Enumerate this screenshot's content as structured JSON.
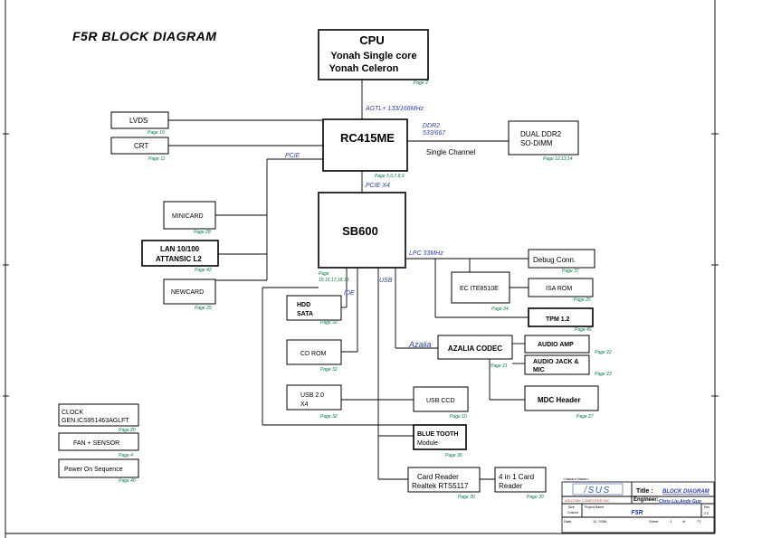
{
  "diagram": {
    "title": "F5R BLOCK DIAGRAM",
    "cpu": {
      "line1": "CPU",
      "line2": "Yonah Single core",
      "line3": "Yonah Celeron",
      "page": "Page 2"
    },
    "agtl": "AGTL+ 133/166MHz",
    "northbridge": {
      "label": "RC415ME",
      "page": "Page 5,6,7,8,9"
    },
    "ddr": {
      "line1": "DDR2",
      "line2": "533/667"
    },
    "single_channel": "Single Channel",
    "dimm": {
      "line1": "DUAL DDR2",
      "line2": "SO-DIMM",
      "page": "Page 12,13,14"
    },
    "lvds": {
      "label": "LVDS",
      "page": "Page 10"
    },
    "crt": {
      "label": "CRT",
      "page": "Page 11"
    },
    "pcie": "PCIE",
    "pcie_x4": "PCIE X4",
    "southbridge": {
      "label": "SB600",
      "page_line1": "Page",
      "page_line2": "15,16,17,18,19"
    },
    "minicard": {
      "label": "MINICARD",
      "page": "Page 28"
    },
    "lan": {
      "line1": "LAN 10/100",
      "line2": "ATTANSIC L2",
      "page": "Page 42"
    },
    "newcard": {
      "label": "NEWCARD",
      "page": "Page 29"
    },
    "lpc": "LPC 33MHz",
    "debug": {
      "label": "Debug Conn.",
      "page": "Page 37"
    },
    "ec": {
      "label": "EC ITE8510E",
      "page": "Page 24"
    },
    "isarom": {
      "label": "ISA ROM",
      "page": "Page 25"
    },
    "tpm": {
      "label": "TPM 1.2",
      "page": "Page 45"
    },
    "ide": "IDE",
    "usb": "USB",
    "hdd": {
      "line1": "HDD",
      "line2": "SATA",
      "page": "Page 32"
    },
    "cdrom": {
      "label": "CD ROM",
      "page": "Page 32"
    },
    "azalia": "Azalia",
    "codec": {
      "label": "AZALIA CODEC",
      "page": "Page 21"
    },
    "audioamp": {
      "label": "AUDIO AMP",
      "page": "Page 22"
    },
    "audiojack": {
      "line1": "AUDIO JACK &",
      "line2": "MIC",
      "page": "Page 23"
    },
    "mdc": {
      "label": "MDC Header",
      "page": "Page 27"
    },
    "usb20": {
      "line1": "USB 2.0",
      "line2": "X4",
      "page": "Page 32"
    },
    "usbccd": {
      "label": "USB CCD",
      "page": "Page 10"
    },
    "bluetooth": {
      "line1": "BLUE TOOTH",
      "line2": "Module",
      "page": "Page 36"
    },
    "cardreader": {
      "line1": "Card Reader",
      "line2": "Realtek RTS5117",
      "page": "Page 30"
    },
    "fourinone": {
      "line1": "4 in 1 Card",
      "line2": "Reader",
      "page": "Page 30"
    },
    "clock": {
      "line1": "CLOCK",
      "line2": "GEN.ICS951463AGLFT",
      "page": "Page 20"
    },
    "fan": {
      "label": "FAN + SENSOR",
      "page": "Page 4"
    },
    "power": {
      "label": "Power On Sequence",
      "page": "Page 40"
    }
  },
  "title_block": {
    "header": "<Variant Name>",
    "logo": "/SUS",
    "company": "ASUSTeK COMPUTER INC",
    "title_label": "Title :",
    "title_value": "BLOCK DIAGRAM",
    "engineer_label": "Engineer:",
    "engineer_value": "Chris Liu,Andy Guo",
    "size_label": "Size",
    "size_value": "Custom",
    "project_label": "Project Name",
    "project_value": "F5R",
    "rev_label": "Rev",
    "rev_value": "2.0",
    "date_label": "Date",
    "date_value": "11, 2006",
    "sheet_label": "Sheet",
    "sheet_value": "1",
    "of_label": "of",
    "of_value": "77"
  },
  "colors": {
    "page_ref": "#007a3d",
    "bus_label": "#2b3fb0",
    "asus_logo": "#2e5aa8",
    "company": "#c0392b"
  }
}
